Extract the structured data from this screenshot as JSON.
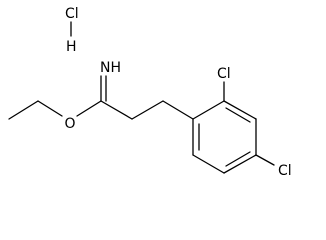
{
  "structure": {
    "hcl": {
      "cl": "Cl",
      "h": "H"
    },
    "imine_label": "NH",
    "ether_oxygen_label": "O",
    "ring_chlorine_ortho": "Cl",
    "ring_chlorine_para": "Cl"
  },
  "colors": {
    "bond": "#000000",
    "text": "#000000",
    "background": "#ffffff"
  }
}
